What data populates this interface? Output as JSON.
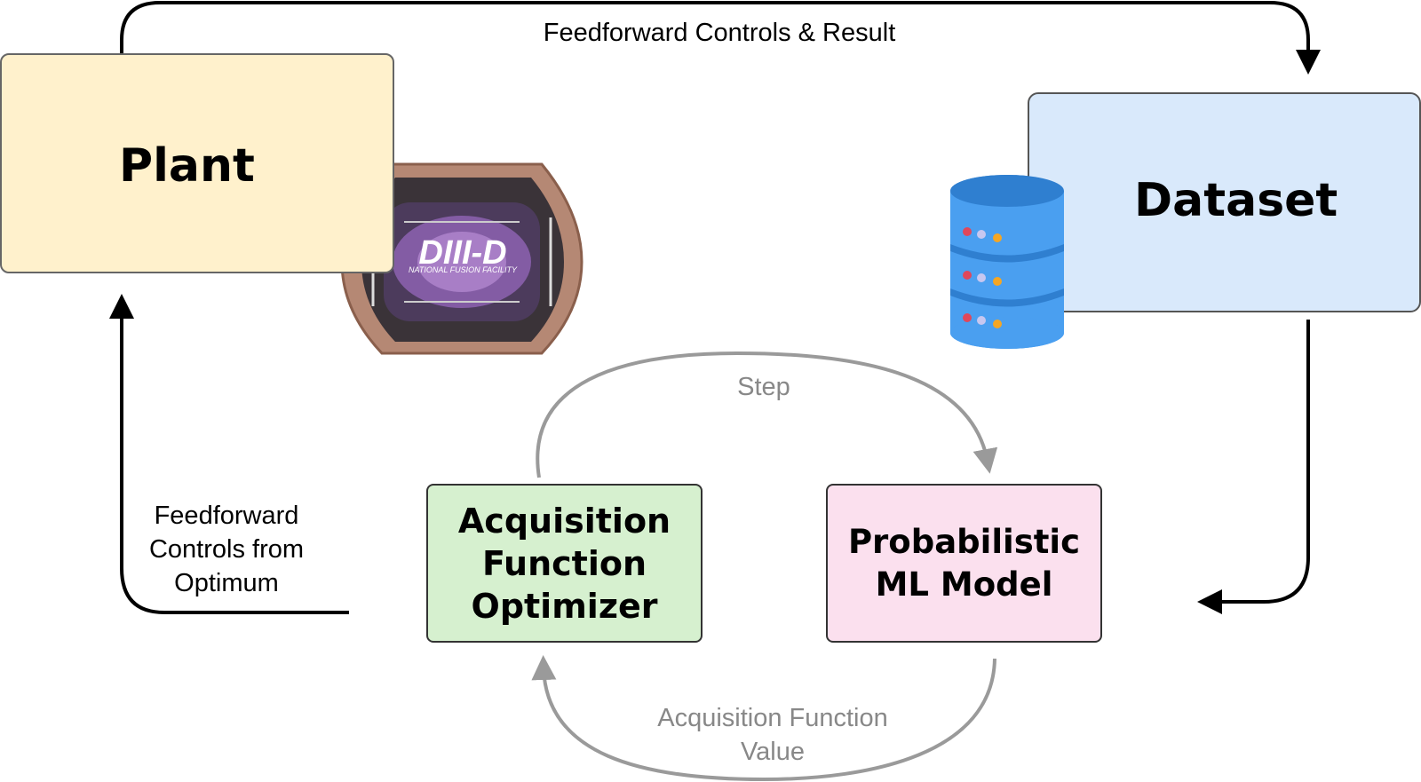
{
  "nodes": {
    "plant": {
      "title": "Plant",
      "logo_text": "DIII-D",
      "logo_subtext": "NATIONAL FUSION FACILITY"
    },
    "dataset": {
      "title": "Dataset"
    },
    "acquisition_optimizer": {
      "lines": [
        "Acquisition",
        "Function",
        "Optimizer"
      ]
    },
    "probabilistic_model": {
      "lines": [
        "Probabilistic",
        "ML Model"
      ]
    }
  },
  "edges": {
    "plant_to_dataset": {
      "label": "Feedforward Controls & Result"
    },
    "optimizer_to_plant": {
      "label_lines": [
        "Feedforward",
        "Controls from",
        "Optimum"
      ]
    },
    "optimizer_to_model": {
      "label": "Step"
    },
    "model_to_optimizer": {
      "label_lines": [
        "Acquisition Function",
        "Value"
      ]
    },
    "dataset_to_model": {
      "label": ""
    }
  },
  "colors": {
    "plant_fill": "#fff1cc",
    "dataset_fill": "#d9e9fb",
    "optimizer_fill": "#d6f0cf",
    "model_fill": "#fbe0ee",
    "main_arrow": "#000000",
    "inner_arrow": "#999999",
    "database_icon": "#4a9ff0"
  }
}
